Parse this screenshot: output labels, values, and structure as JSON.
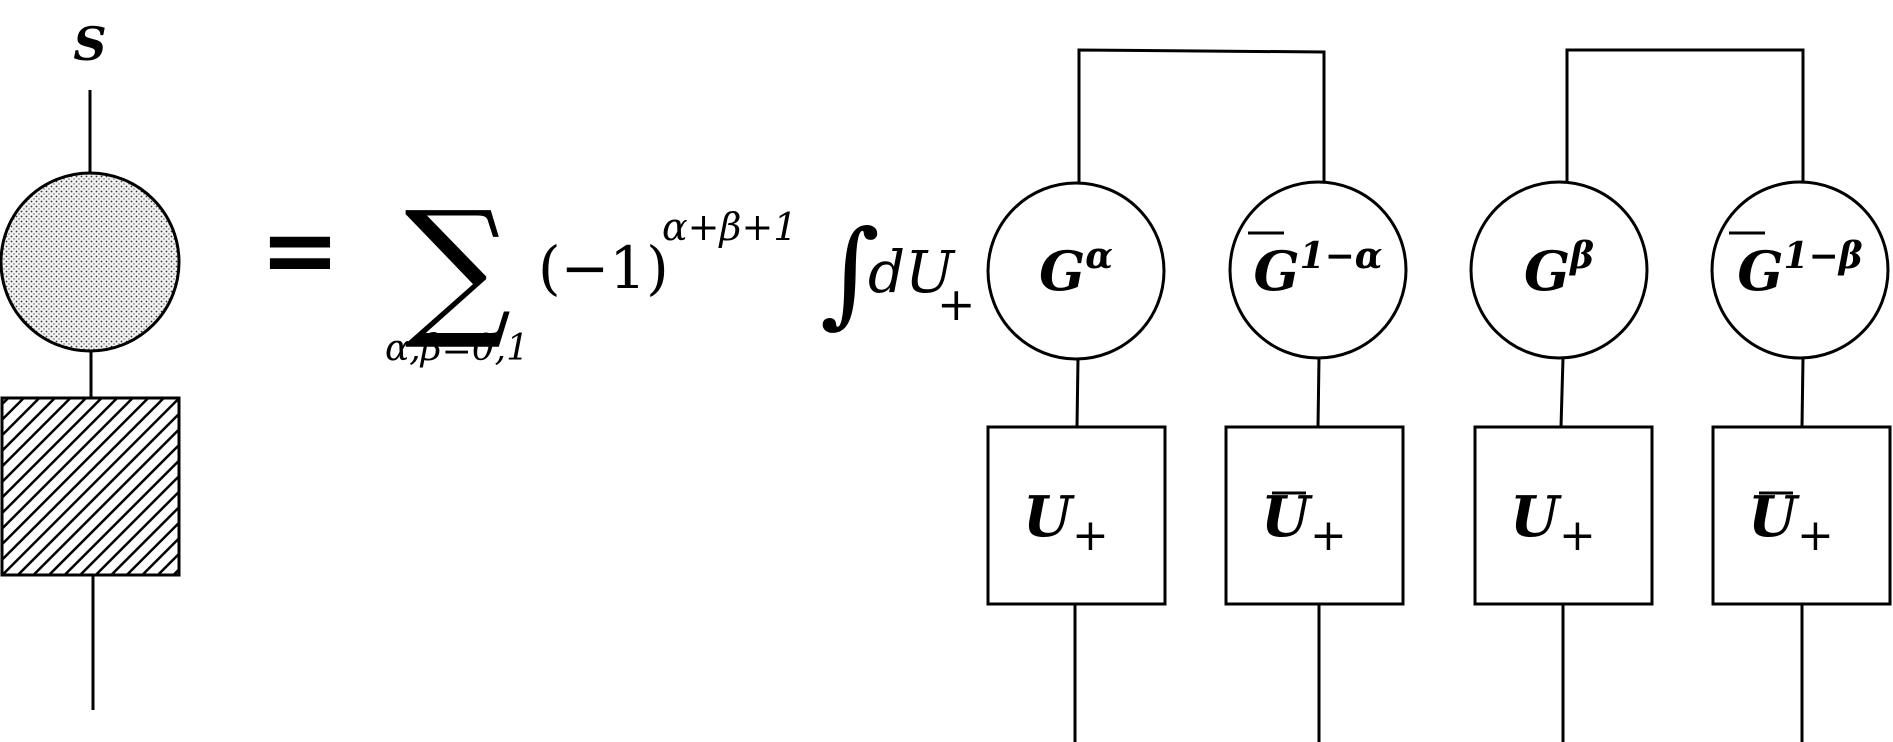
{
  "left": {
    "label": "S"
  },
  "equation": {
    "equals": "=",
    "sum_symbol": "∑",
    "sum_index": "α,β=0,1",
    "sign_base": "(−1)",
    "sign_exponent": "α+β+1",
    "integral_symbol": "∫",
    "measure": "dU",
    "measure_sub": "+"
  },
  "tensors": [
    {
      "circle_base": "G",
      "circle_bar": false,
      "circle_exp": "α",
      "box_base": "U",
      "box_bar": false,
      "box_sub": "+"
    },
    {
      "circle_base": "G",
      "circle_bar": true,
      "circle_exp": "1−α",
      "box_base": "U",
      "box_bar": true,
      "box_sub": "+"
    },
    {
      "circle_base": "G",
      "circle_bar": false,
      "circle_exp": "β",
      "box_base": "U",
      "box_bar": false,
      "box_sub": "+"
    },
    {
      "circle_base": "G",
      "circle_bar": true,
      "circle_exp": "1−β",
      "box_base": "U",
      "box_bar": true,
      "box_sub": "+"
    }
  ],
  "colors": {
    "stroke": "#000000",
    "dot_fill": "#f2f2f2",
    "background": "#ffffff"
  }
}
